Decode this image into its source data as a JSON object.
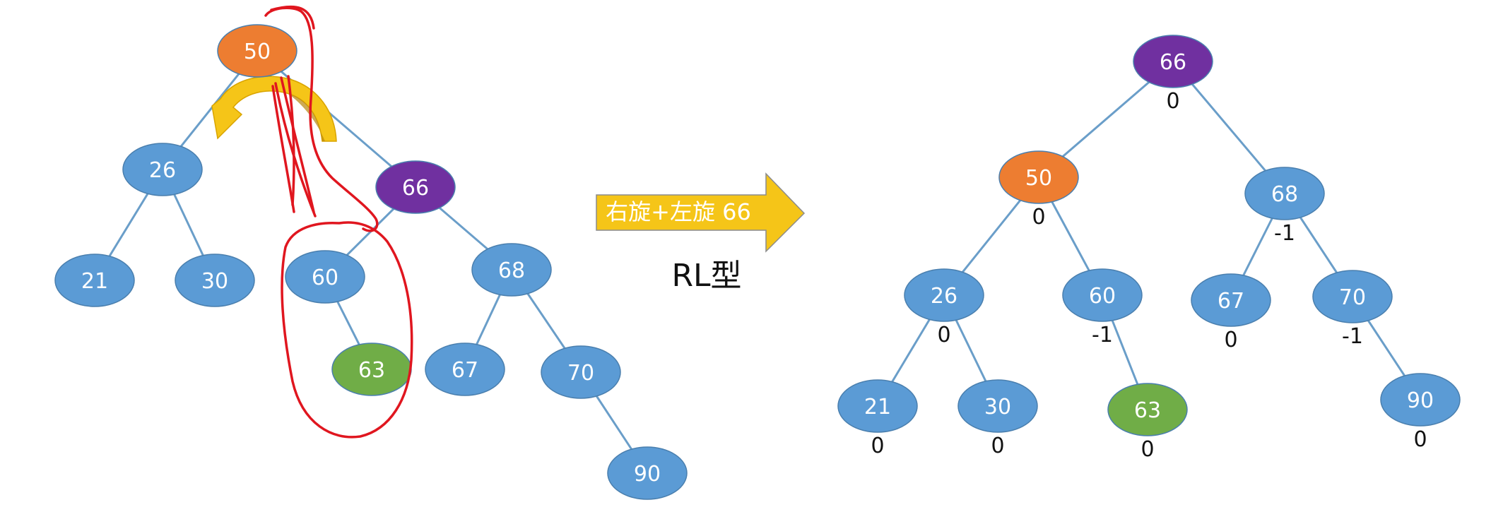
{
  "colors": {
    "blue": "#5b9bd5",
    "orange": "#ed7d31",
    "purple": "#7030a0",
    "green": "#70ad47",
    "edge": "#6a9ec9",
    "arrow_fill": "#f5c518",
    "ink": "#e0161f"
  },
  "before_tree": {
    "nodes": [
      {
        "id": "b50",
        "label": "50",
        "color": "orange"
      },
      {
        "id": "b26",
        "label": "26",
        "color": "blue"
      },
      {
        "id": "b66",
        "label": "66",
        "color": "purple"
      },
      {
        "id": "b21",
        "label": "21",
        "color": "blue"
      },
      {
        "id": "b30",
        "label": "30",
        "color": "blue"
      },
      {
        "id": "b60",
        "label": "60",
        "color": "blue"
      },
      {
        "id": "b68",
        "label": "68",
        "color": "blue"
      },
      {
        "id": "b63",
        "label": "63",
        "color": "green"
      },
      {
        "id": "b67",
        "label": "67",
        "color": "blue"
      },
      {
        "id": "b70",
        "label": "70",
        "color": "blue"
      },
      {
        "id": "b90",
        "label": "90",
        "color": "blue"
      }
    ],
    "edges": [
      [
        "b50",
        "b26"
      ],
      [
        "b50",
        "b66"
      ],
      [
        "b26",
        "b21"
      ],
      [
        "b26",
        "b30"
      ],
      [
        "b66",
        "b60"
      ],
      [
        "b66",
        "b68"
      ],
      [
        "b60",
        "b63"
      ],
      [
        "b68",
        "b67"
      ],
      [
        "b68",
        "b70"
      ],
      [
        "b70",
        "b90"
      ]
    ]
  },
  "transition": {
    "arrow_label": "右旋+左旋 66",
    "type_label": "RL型"
  },
  "after_tree": {
    "nodes": [
      {
        "id": "a66",
        "label": "66",
        "color": "purple",
        "bf": "0"
      },
      {
        "id": "a50",
        "label": "50",
        "color": "orange",
        "bf": "0"
      },
      {
        "id": "a68",
        "label": "68",
        "color": "blue",
        "bf": "-1"
      },
      {
        "id": "a26",
        "label": "26",
        "color": "blue",
        "bf": "0"
      },
      {
        "id": "a60",
        "label": "60",
        "color": "blue",
        "bf": "-1"
      },
      {
        "id": "a67",
        "label": "67",
        "color": "blue",
        "bf": "0"
      },
      {
        "id": "a70",
        "label": "70",
        "color": "blue",
        "bf": "-1"
      },
      {
        "id": "a21",
        "label": "21",
        "color": "blue",
        "bf": "0"
      },
      {
        "id": "a30",
        "label": "30",
        "color": "blue",
        "bf": "0"
      },
      {
        "id": "a63",
        "label": "63",
        "color": "green",
        "bf": "0"
      },
      {
        "id": "a90",
        "label": "90",
        "color": "blue",
        "bf": "0"
      }
    ],
    "edges": [
      [
        "a66",
        "a50"
      ],
      [
        "a66",
        "a68"
      ],
      [
        "a50",
        "a26"
      ],
      [
        "a50",
        "a60"
      ],
      [
        "a68",
        "a67"
      ],
      [
        "a68",
        "a70"
      ],
      [
        "a26",
        "a21"
      ],
      [
        "a26",
        "a30"
      ],
      [
        "a60",
        "a63"
      ],
      [
        "a70",
        "a90"
      ]
    ]
  }
}
